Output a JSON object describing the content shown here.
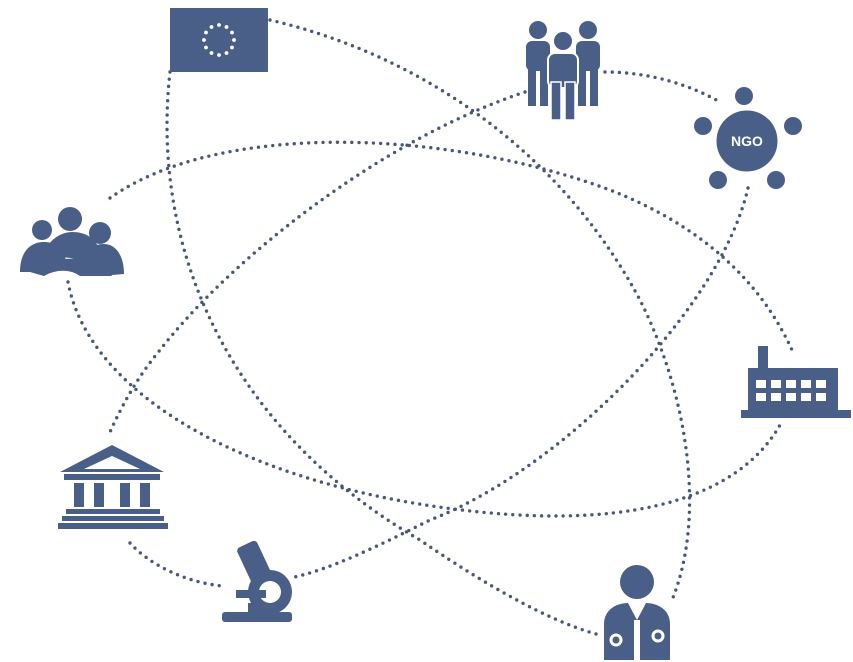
{
  "nodes": [
    {
      "id": "eu-flag",
      "icon": "eu-flag-icon"
    },
    {
      "id": "citizens",
      "icon": "group-of-people-icon"
    },
    {
      "id": "ngo",
      "icon": "ngo-icon",
      "label": "NGO"
    },
    {
      "id": "patients",
      "icon": "patients-care-icon"
    },
    {
      "id": "industry",
      "icon": "factory-icon"
    },
    {
      "id": "government",
      "icon": "institution-building-icon"
    },
    {
      "id": "research",
      "icon": "microscope-icon"
    },
    {
      "id": "healthcare",
      "icon": "doctor-icon"
    }
  ],
  "colors": {
    "icon": "#4a5f88",
    "connector": "#4a5878",
    "background": "#ffffff"
  }
}
